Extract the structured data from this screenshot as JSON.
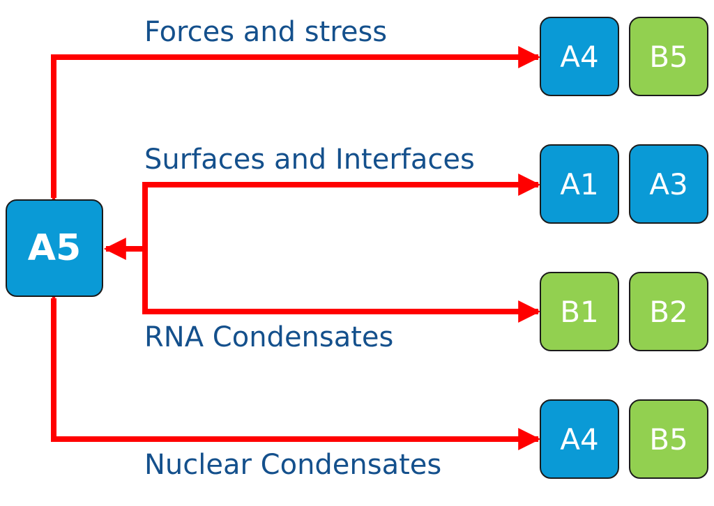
{
  "hub": {
    "label": "A5",
    "color": "#0a9ad6"
  },
  "connections": [
    {
      "label": "Forces and stress",
      "direction": "bidirectional",
      "targets": [
        {
          "label": "A4",
          "color": "#0a9ad6"
        },
        {
          "label": "B5",
          "color": "#92d050"
        }
      ]
    },
    {
      "label": "Surfaces and Interfaces",
      "direction": "bidirectional",
      "targets": [
        {
          "label": "A1",
          "color": "#0a9ad6"
        },
        {
          "label": "A3",
          "color": "#0a9ad6"
        }
      ]
    },
    {
      "label": "RNA Condensates",
      "direction": "bidirectional",
      "targets": [
        {
          "label": "B1",
          "color": "#92d050"
        },
        {
          "label": "B2",
          "color": "#92d050"
        }
      ]
    },
    {
      "label": "Nuclear Condensates",
      "direction": "bidirectional",
      "targets": [
        {
          "label": "A4",
          "color": "#0a9ad6"
        },
        {
          "label": "B5",
          "color": "#92d050"
        }
      ]
    }
  ],
  "colors": {
    "arrow": "#ff0000",
    "label_text": "#14508c",
    "box_blue": "#0a9ad6",
    "box_green": "#92d050",
    "box_border": "#1a1a1a"
  }
}
